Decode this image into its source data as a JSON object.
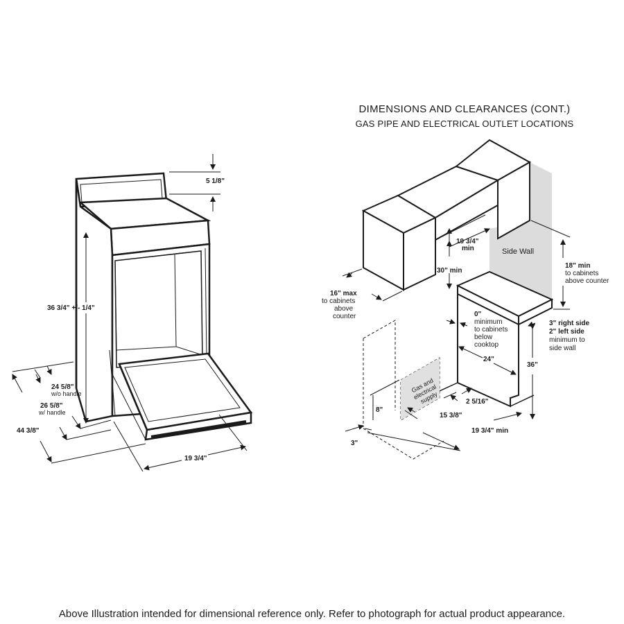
{
  "header": {
    "title": "DIMENSIONS AND CLEARANCES (CONT.)",
    "subtitle": "GAS PIPE AND ELECTRICAL OUTLET LOCATIONS"
  },
  "left_diagram": {
    "top_height": "5 1/8\"",
    "overall_height": "36 3/4\" +/- 1/4\"",
    "depth_no_handle": "24 5/8\"",
    "depth_no_handle_note": "w/o handle",
    "depth_handle": "26 5/8\"",
    "depth_handle_note": "w/ handle",
    "depth_door_open": "44 3/8\"",
    "width": "19 3/4\""
  },
  "right_diagram": {
    "upper_width_min": "19 3/4\"",
    "upper_width_min_note": "min",
    "clearance_30": "30\" min",
    "side_wall": "Side Wall",
    "cab_above_18": "18\" min",
    "cab_above_18_note1": "to cabinets",
    "cab_above_18_note2": "above counter",
    "max_16": "16\" max",
    "max_16_note1": "to cabinets",
    "max_16_note2": "above",
    "max_16_note3": "counter",
    "zero": "0\"",
    "zero_note1": "minimum",
    "zero_note2": "to cabinets",
    "zero_note3": "below",
    "zero_note4": "cooktop",
    "side_right": "3\" right side",
    "side_left": "2\" left side",
    "side_note1": "minimum to",
    "side_note2": "side wall",
    "cutout_24": "24\"",
    "height_36": "36\"",
    "gas_line1": "Gas and",
    "gas_line2": "electrical",
    "gas_line3": "supply",
    "h_8": "8\"",
    "d_2_5_16": "2 5/16\"",
    "d_15_3_8": "15 3/8\"",
    "d_3": "3\"",
    "d_19_3_4_min": "19 3/4\" min"
  },
  "footer": "Above Illustration intended for dimensional reference only. Refer to photograph for actual product appearance."
}
